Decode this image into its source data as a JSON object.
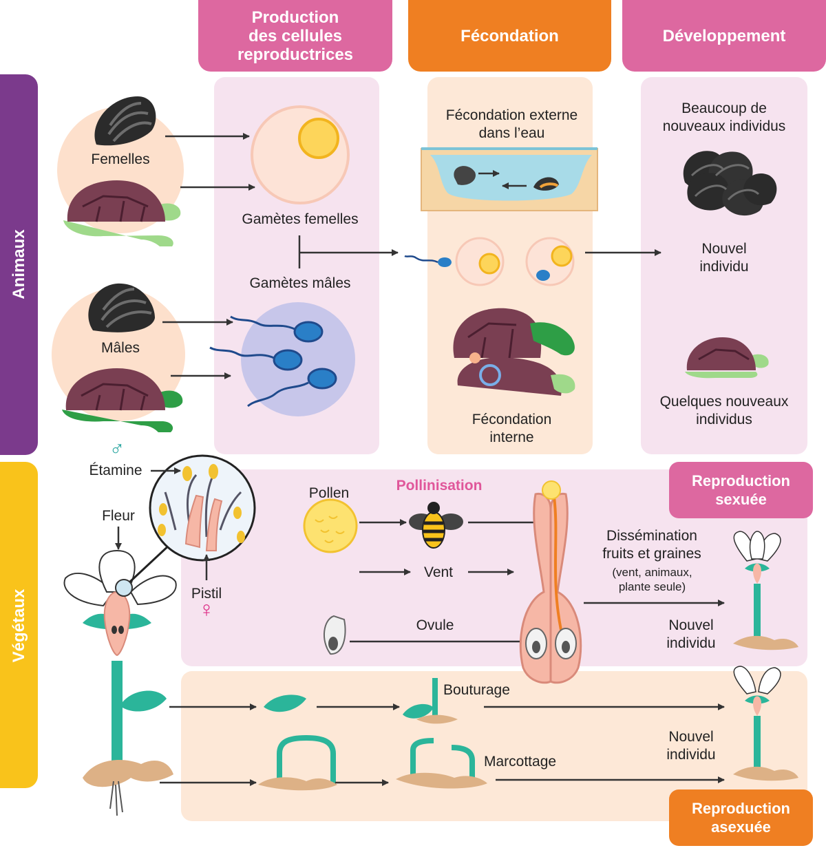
{
  "headers": {
    "production": "Production\ndes cellules\nreproductrices",
    "fecondation": "Fécondation",
    "developpement": "Développement"
  },
  "sidebars": {
    "animaux": "Animaux",
    "vegetaux": "Végétaux"
  },
  "animals": {
    "femelles": "Femelles",
    "males": "Mâles",
    "gametes_femelles": "Gamètes femelles",
    "gametes_males": "Gamètes mâles",
    "fec_externe": "Fécondation externe\ndans l’eau",
    "fec_interne": "Fécondation\ninterne",
    "beaucoup": "Beaucoup de\nnouveaux individus",
    "nouvel_individu": "Nouvel\nindividu",
    "quelques": "Quelques nouveaux\nindividus"
  },
  "plants": {
    "male_symbol": "♂",
    "female_symbol": "♀",
    "etamine": "Étamine",
    "fleur": "Fleur",
    "pistil": "Pistil",
    "pollen": "Pollen",
    "pollinisation": "Pollinisation",
    "vent": "Vent",
    "ovule": "Ovule",
    "dissemination": "Dissémination\nfruits et graines",
    "dissemination_detail": "(vent, animaux,\nplante seule)",
    "nouvel_individu_1": "Nouvel\nindividu",
    "nouvel_individu_2": "Nouvel\nindividu",
    "bouturage": "Bouturage",
    "marcottage": "Marcottage",
    "repro_sexuee": "Reproduction\nsexuée",
    "repro_asexuee": "Reproduction\nasexuée"
  },
  "colors": {
    "pink": "#dd68a0",
    "orange": "#ef7f22",
    "purple": "#7b3a8c",
    "yellow": "#f9c31b",
    "light_pink": "#f6e3ef",
    "light_peach": "#fde8d7",
    "pollinisation_text": "#e0569a"
  }
}
